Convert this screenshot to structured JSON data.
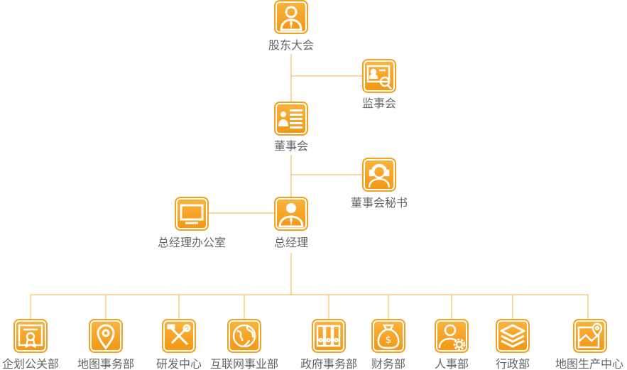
{
  "colors": {
    "accent": "#f6a21e",
    "line": "#f5b043",
    "label": "#666666"
  },
  "top_nodes": [
    {
      "id": "shareholders",
      "label": "股东大会",
      "icon": "person-tie-icon"
    },
    {
      "id": "supervisory",
      "label": "监事会",
      "icon": "presentation-search-icon"
    },
    {
      "id": "board",
      "label": "董事会",
      "icon": "id-card-icon"
    },
    {
      "id": "secretary",
      "label": "董事会秘书",
      "icon": "headset-person-icon"
    },
    {
      "id": "gm-office",
      "label": "总经理办公室",
      "icon": "monitor-icon"
    },
    {
      "id": "gm",
      "label": "总经理",
      "icon": "manager-icon"
    }
  ],
  "departments": [
    {
      "id": "planning-pr",
      "label": "企划公关部",
      "icon": "certificate-icon"
    },
    {
      "id": "map-affairs",
      "label": "地图事务部",
      "icon": "location-pin-icon"
    },
    {
      "id": "rd-center",
      "label": "研发中心",
      "icon": "tools-icon"
    },
    {
      "id": "internet",
      "label": "互联网事业部",
      "icon": "globe-icon"
    },
    {
      "id": "government",
      "label": "政府事务部",
      "icon": "binders-icon"
    },
    {
      "id": "finance",
      "label": "财务部",
      "icon": "money-bag-icon"
    },
    {
      "id": "hr",
      "label": "人事部",
      "icon": "person-gear-icon"
    },
    {
      "id": "admin",
      "label": "行政部",
      "icon": "layers-icon"
    },
    {
      "id": "map-production",
      "label": "地图生产中心",
      "icon": "map-icon"
    }
  ]
}
